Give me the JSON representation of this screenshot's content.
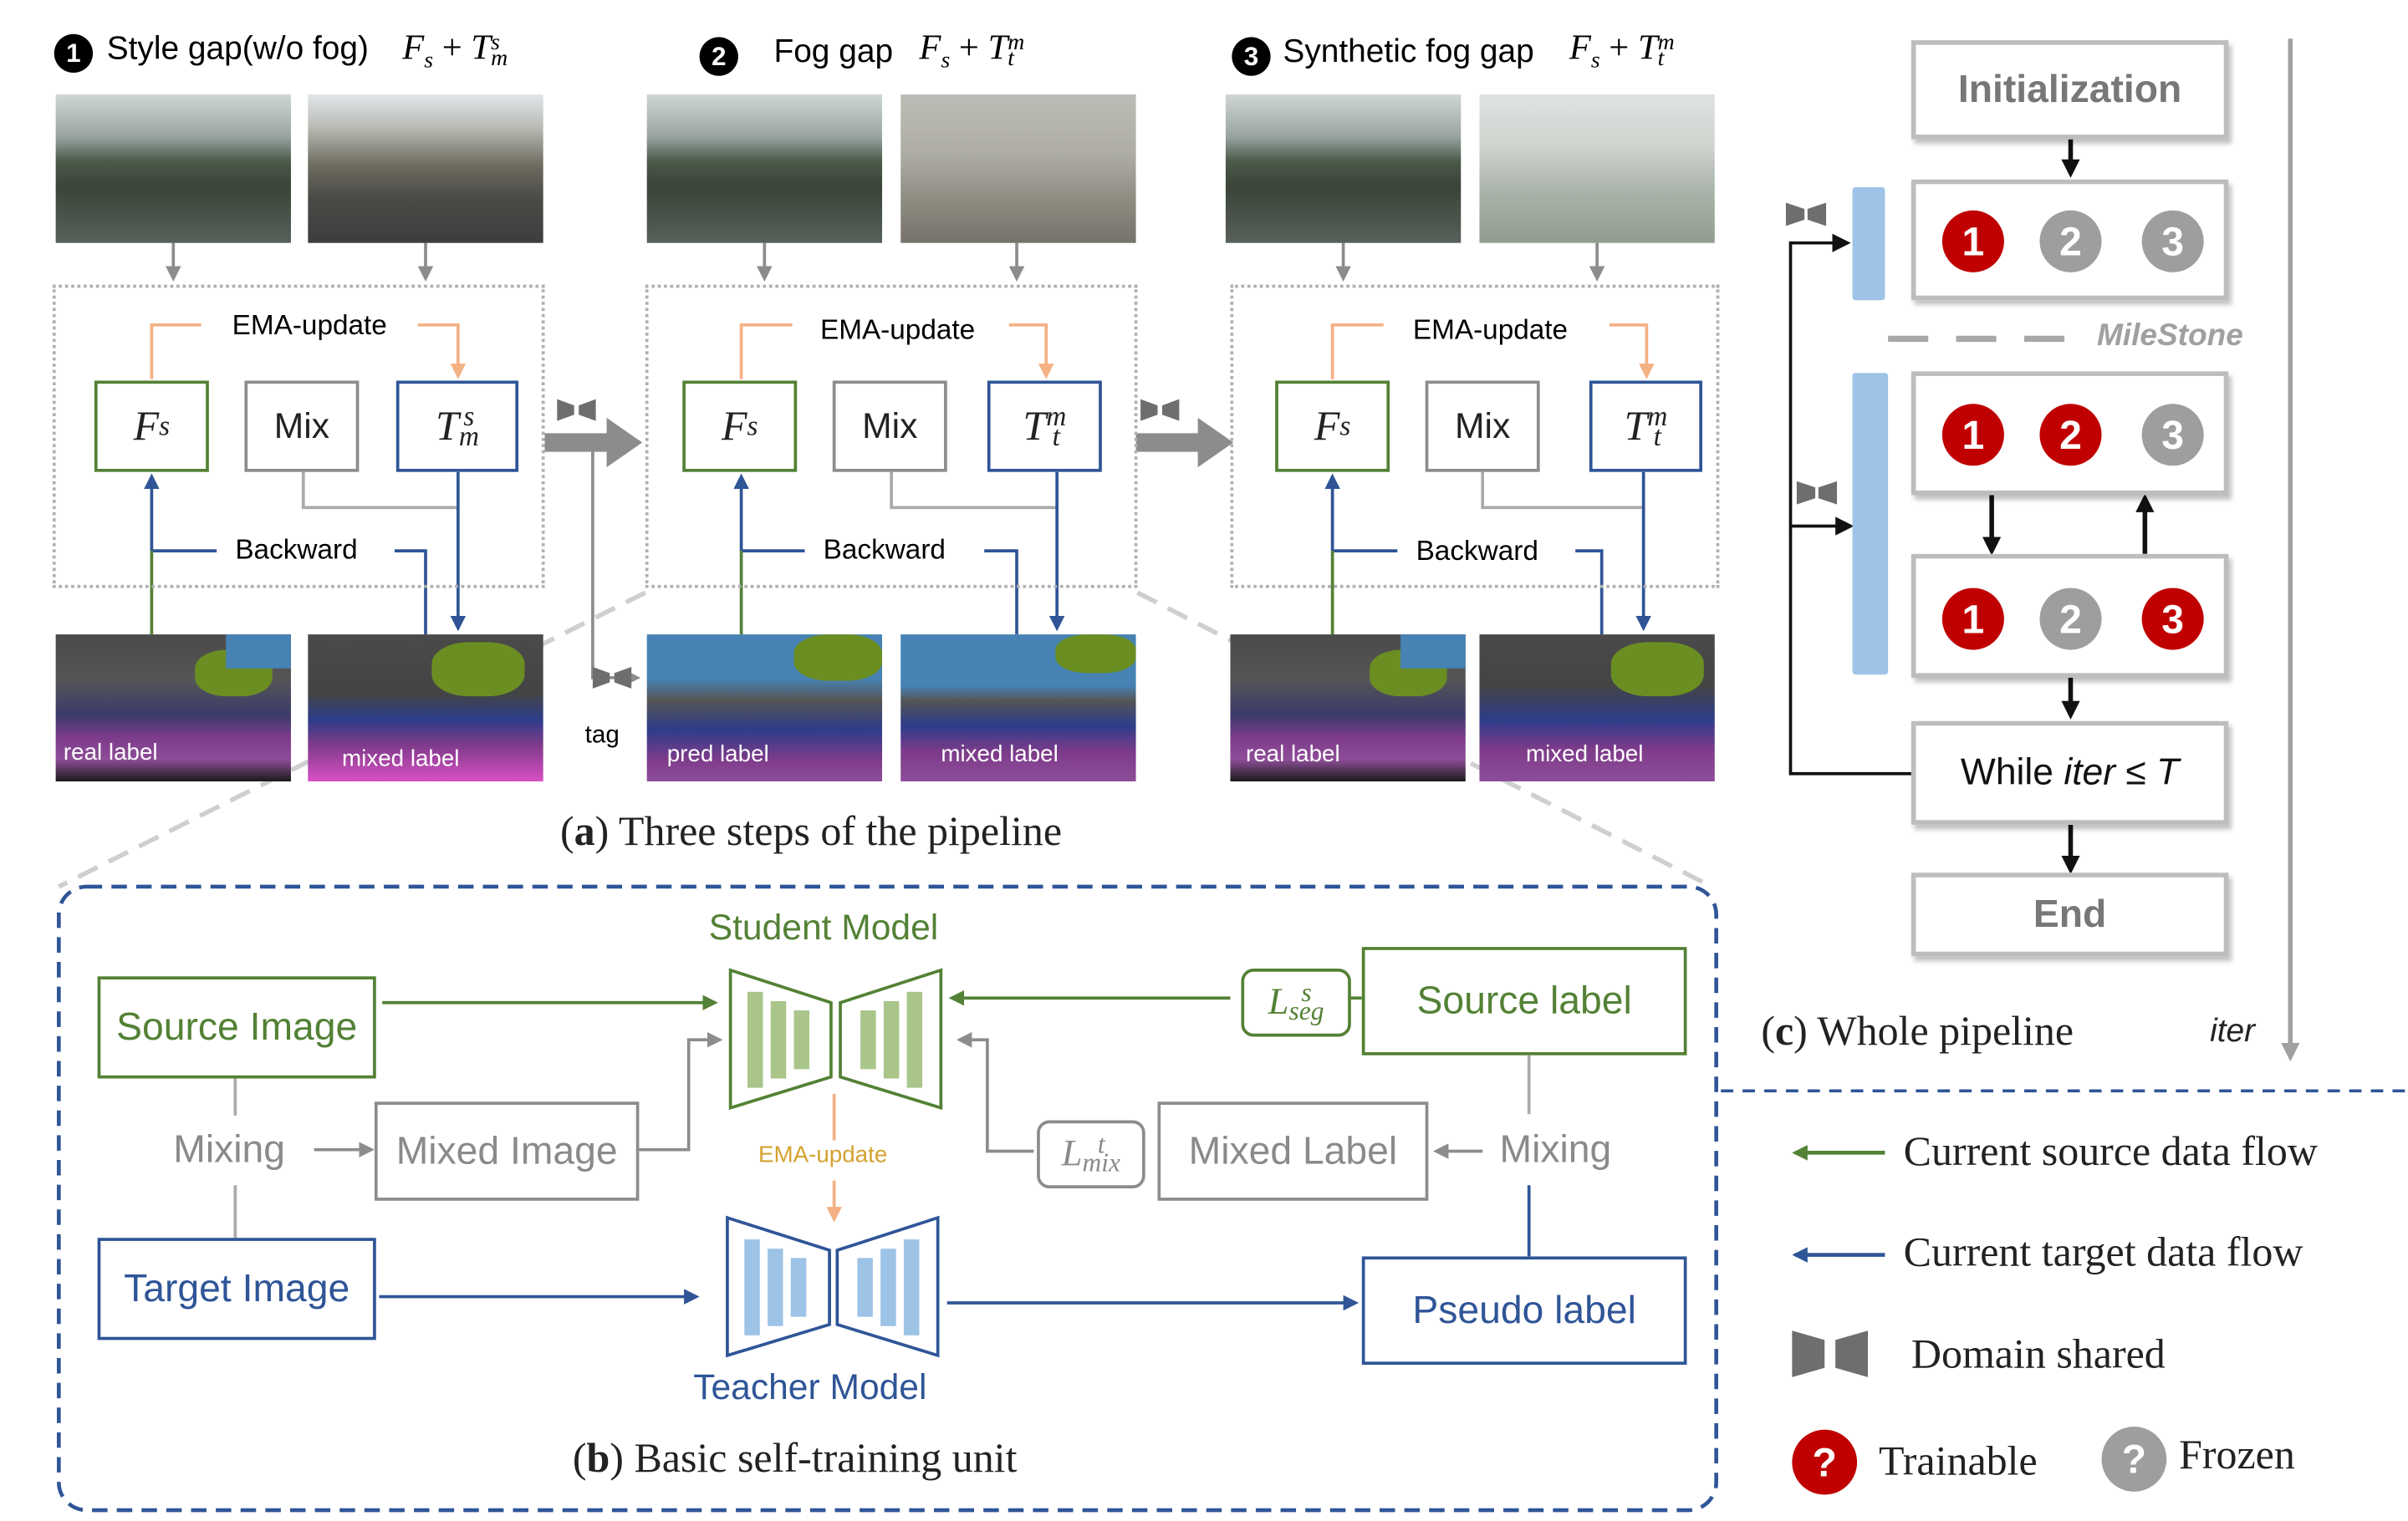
{
  "colors": {
    "green": "#538135",
    "blue": "#2f5597",
    "grey": "#8c8c8c",
    "red": "#c00000",
    "peach": "#f4b183",
    "light_blue": "#9dc3e6"
  },
  "panel_a": {
    "caption_letter": "a",
    "caption": "Three steps of the pipeline",
    "steps": [
      {
        "num": "1",
        "title": "Style gap(w/o fog)",
        "formula_left": "F",
        "formula_left_sub": "s",
        "formula_op": "+",
        "formula_right": "T",
        "formula_right_sup": "s",
        "formula_right_sub": "m",
        "ema": "EMA-update",
        "student": "F",
        "student_sub": "s",
        "mix": "Mix",
        "teacher": "T",
        "teacher_sup": "s",
        "teacher_sub": "m",
        "backward": "Backward",
        "label_left": "real label",
        "label_right": "mixed label"
      },
      {
        "num": "2",
        "title": "Fog gap",
        "formula_left": "F",
        "formula_left_sub": "s",
        "formula_op": "+",
        "formula_right": "T",
        "formula_right_sup": "m",
        "formula_right_sub": "t",
        "ema": "EMA-update",
        "student": "F",
        "student_sub": "s",
        "mix": "Mix",
        "teacher": "T",
        "teacher_sup": "m",
        "teacher_sub": "t",
        "backward": "Backward",
        "label_left": "pred label",
        "label_right": "mixed label"
      },
      {
        "num": "3",
        "title": "Synthetic fog gap",
        "formula_left": "F",
        "formula_left_sub": "s",
        "formula_op": "+",
        "formula_right": "T",
        "formula_right_sup": "m",
        "formula_right_sub": "t",
        "ema": "EMA-update",
        "student": "F",
        "student_sub": "s",
        "mix": "Mix",
        "teacher": "T",
        "teacher_sup": "m",
        "teacher_sub": "t",
        "backward": "Backward",
        "label_left": "real label",
        "label_right": "mixed label"
      }
    ],
    "tag": "tag"
  },
  "panel_b": {
    "caption_letter": "b",
    "caption": "Basic self-training unit",
    "student_model": "Student Model",
    "teacher_model": "Teacher Model",
    "ema": "EMA-update",
    "source_image": "Source Image",
    "mixing_left": "Mixing",
    "mixed_image": "Mixed Image",
    "target_image": "Target Image",
    "source_label": "Source label",
    "mixed_label": "Mixed Label",
    "mixing_right": "Mixing",
    "pseudo_label": "Pseudo label",
    "loss_seg": {
      "base": "L",
      "sup": "s",
      "sub": "seg"
    },
    "loss_mix": {
      "base": "L",
      "sup": "t",
      "sub": "mix"
    }
  },
  "panel_c": {
    "caption_letter": "c",
    "caption": "Whole pipeline",
    "axis_label": "iter",
    "initialization": "Initialization",
    "milestone": "MileStone",
    "rows": [
      [
        {
          "n": "1",
          "state": "trainable"
        },
        {
          "n": "2",
          "state": "frozen"
        },
        {
          "n": "3",
          "state": "frozen"
        }
      ],
      [
        {
          "n": "1",
          "state": "trainable"
        },
        {
          "n": "2",
          "state": "trainable"
        },
        {
          "n": "3",
          "state": "frozen"
        }
      ],
      [
        {
          "n": "1",
          "state": "trainable"
        },
        {
          "n": "2",
          "state": "frozen"
        },
        {
          "n": "3",
          "state": "trainable"
        }
      ]
    ],
    "while_prefix": "While",
    "while_var": "iter",
    "while_op": "≤",
    "while_end": "T",
    "end": "End"
  },
  "legend": {
    "source_flow": "Current source data flow",
    "target_flow": "Current target data flow",
    "domain_shared": "Domain shared",
    "trainable": "Trainable",
    "frozen": "Frozen",
    "question": "?"
  }
}
